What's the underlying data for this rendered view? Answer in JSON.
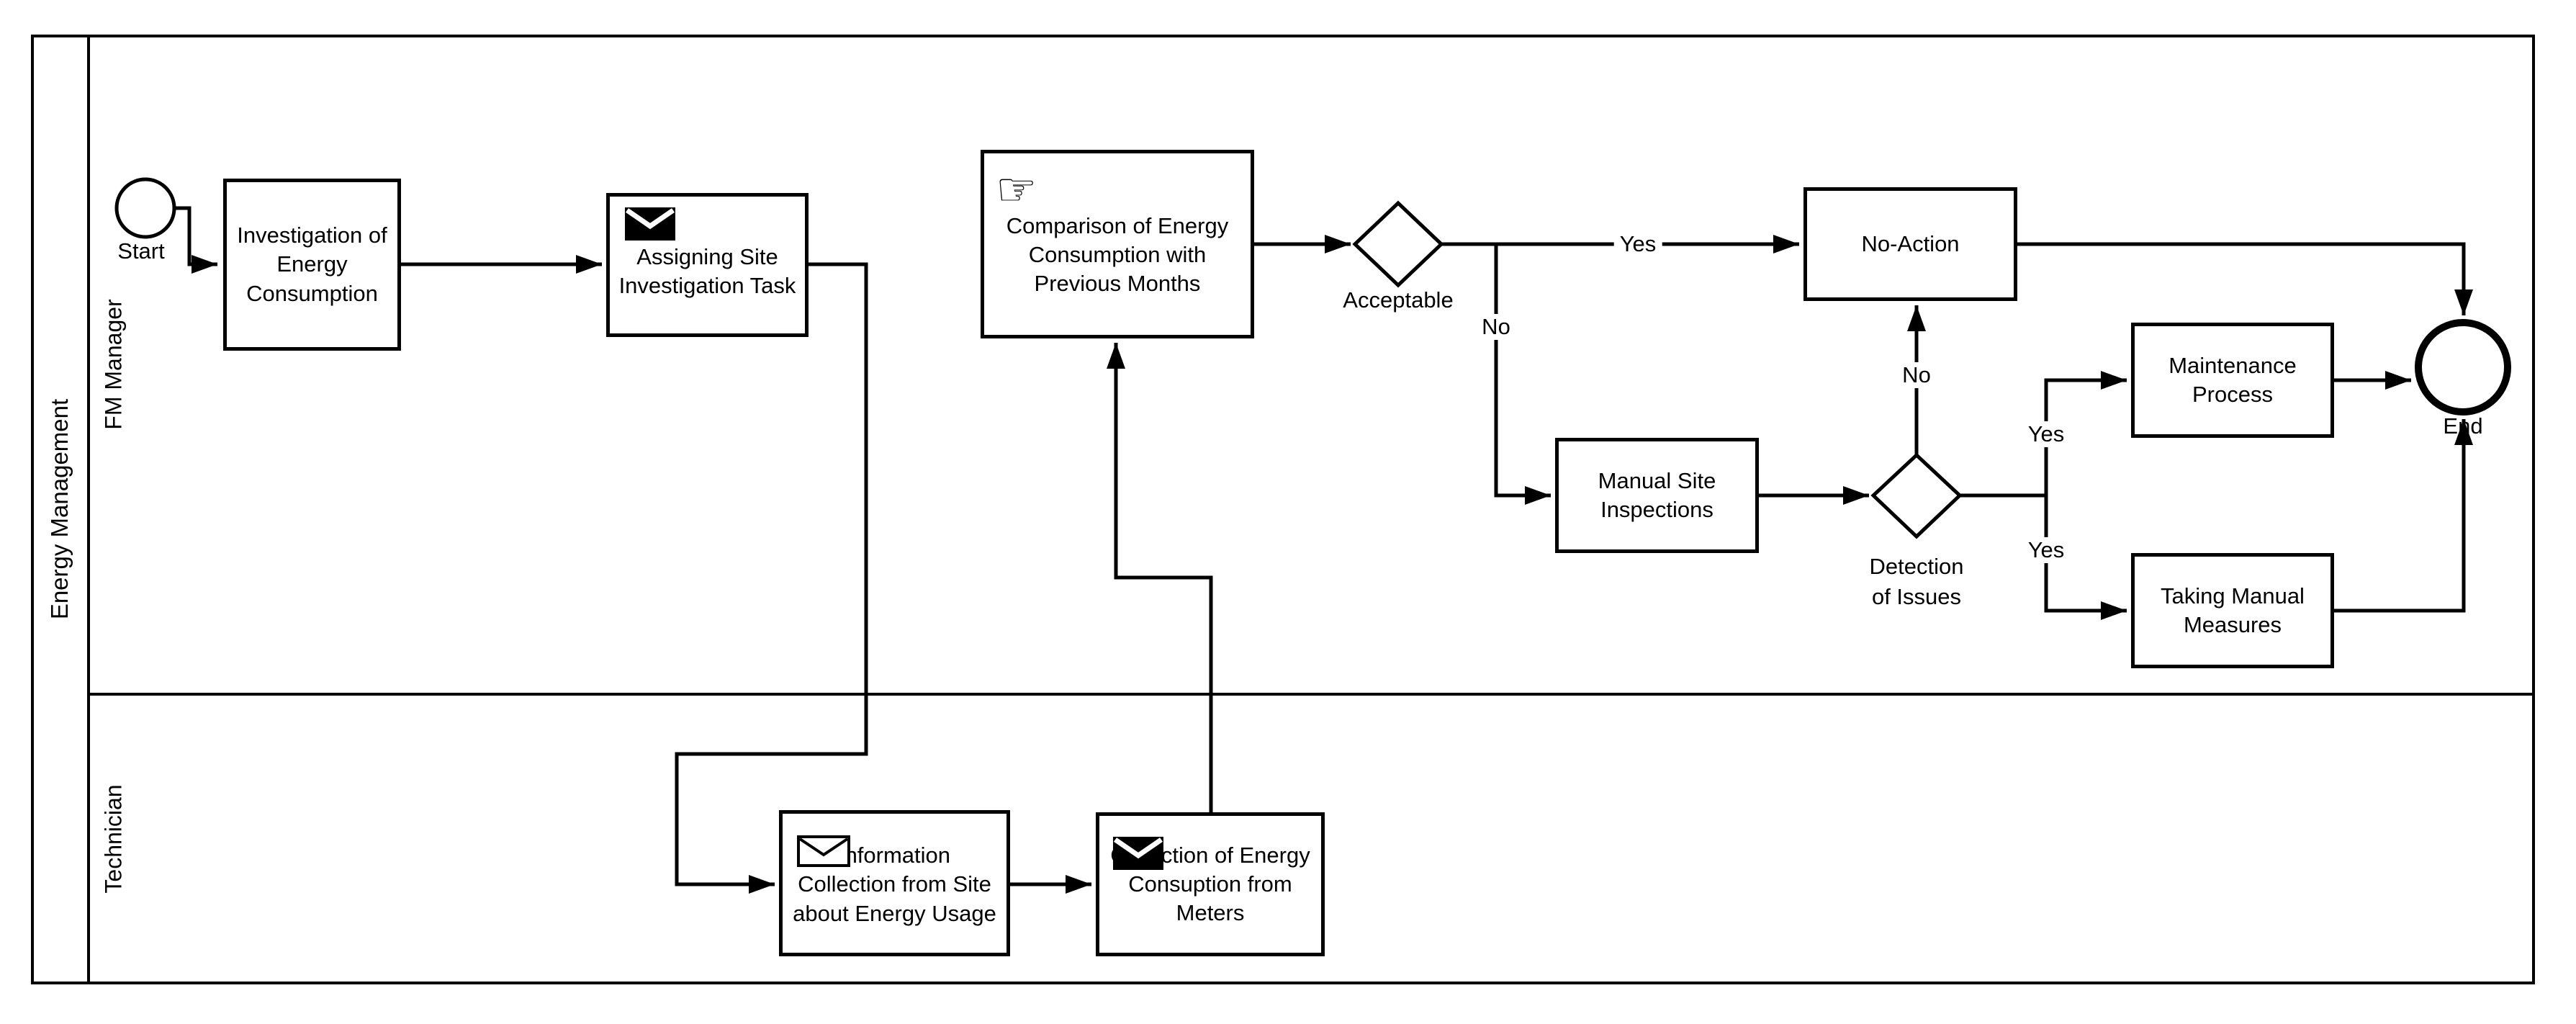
{
  "diagram": {
    "pool": {
      "label": "Energy Management"
    },
    "lanes": {
      "fm_manager": {
        "label": "FM Manager"
      },
      "technician": {
        "label": "Technician"
      }
    },
    "nodes": {
      "start_event": {
        "label": "Start",
        "shape": "circle"
      },
      "investigation": {
        "label": "Investigation of Energy Consumption",
        "shape": "task"
      },
      "assigning": {
        "label": "Assigning Site Investigation Task",
        "shape": "task",
        "icon": "message-send-icon"
      },
      "comparison": {
        "label": "Comparison of Energy Consumption with Previous Months",
        "shape": "task",
        "icon": "manual-task-hand-icon",
        "icon_glyph": "☞"
      },
      "acceptable_gateway": {
        "label": "Acceptable",
        "shape": "diamond"
      },
      "no_action": {
        "label": "No-Action",
        "shape": "task"
      },
      "manual_inspections": {
        "label": "Manual Site Inspections",
        "shape": "task"
      },
      "detection_gateway": {
        "label": "Detection of Issues",
        "shape": "diamond"
      },
      "maintenance": {
        "label": "Maintenance Process",
        "shape": "task"
      },
      "taking_measures": {
        "label": "Taking Manual Measures",
        "shape": "task"
      },
      "info_collection": {
        "label": "Information Collection from Site about Energy Usage",
        "shape": "task",
        "icon": "message-receive-icon"
      },
      "energy_collection": {
        "label": "Collection of Energy Consuption from Meters",
        "shape": "task",
        "icon": "message-send-icon"
      },
      "end_event": {
        "label": "End",
        "shape": "circle-thick"
      }
    },
    "edge_labels": {
      "acceptable_yes": "Yes",
      "acceptable_no": "No",
      "detection_no": "No",
      "detection_yes_top": "Yes",
      "detection_yes_bottom": "Yes"
    },
    "colors": {
      "stroke": "#000000",
      "background": "#ffffff"
    }
  }
}
